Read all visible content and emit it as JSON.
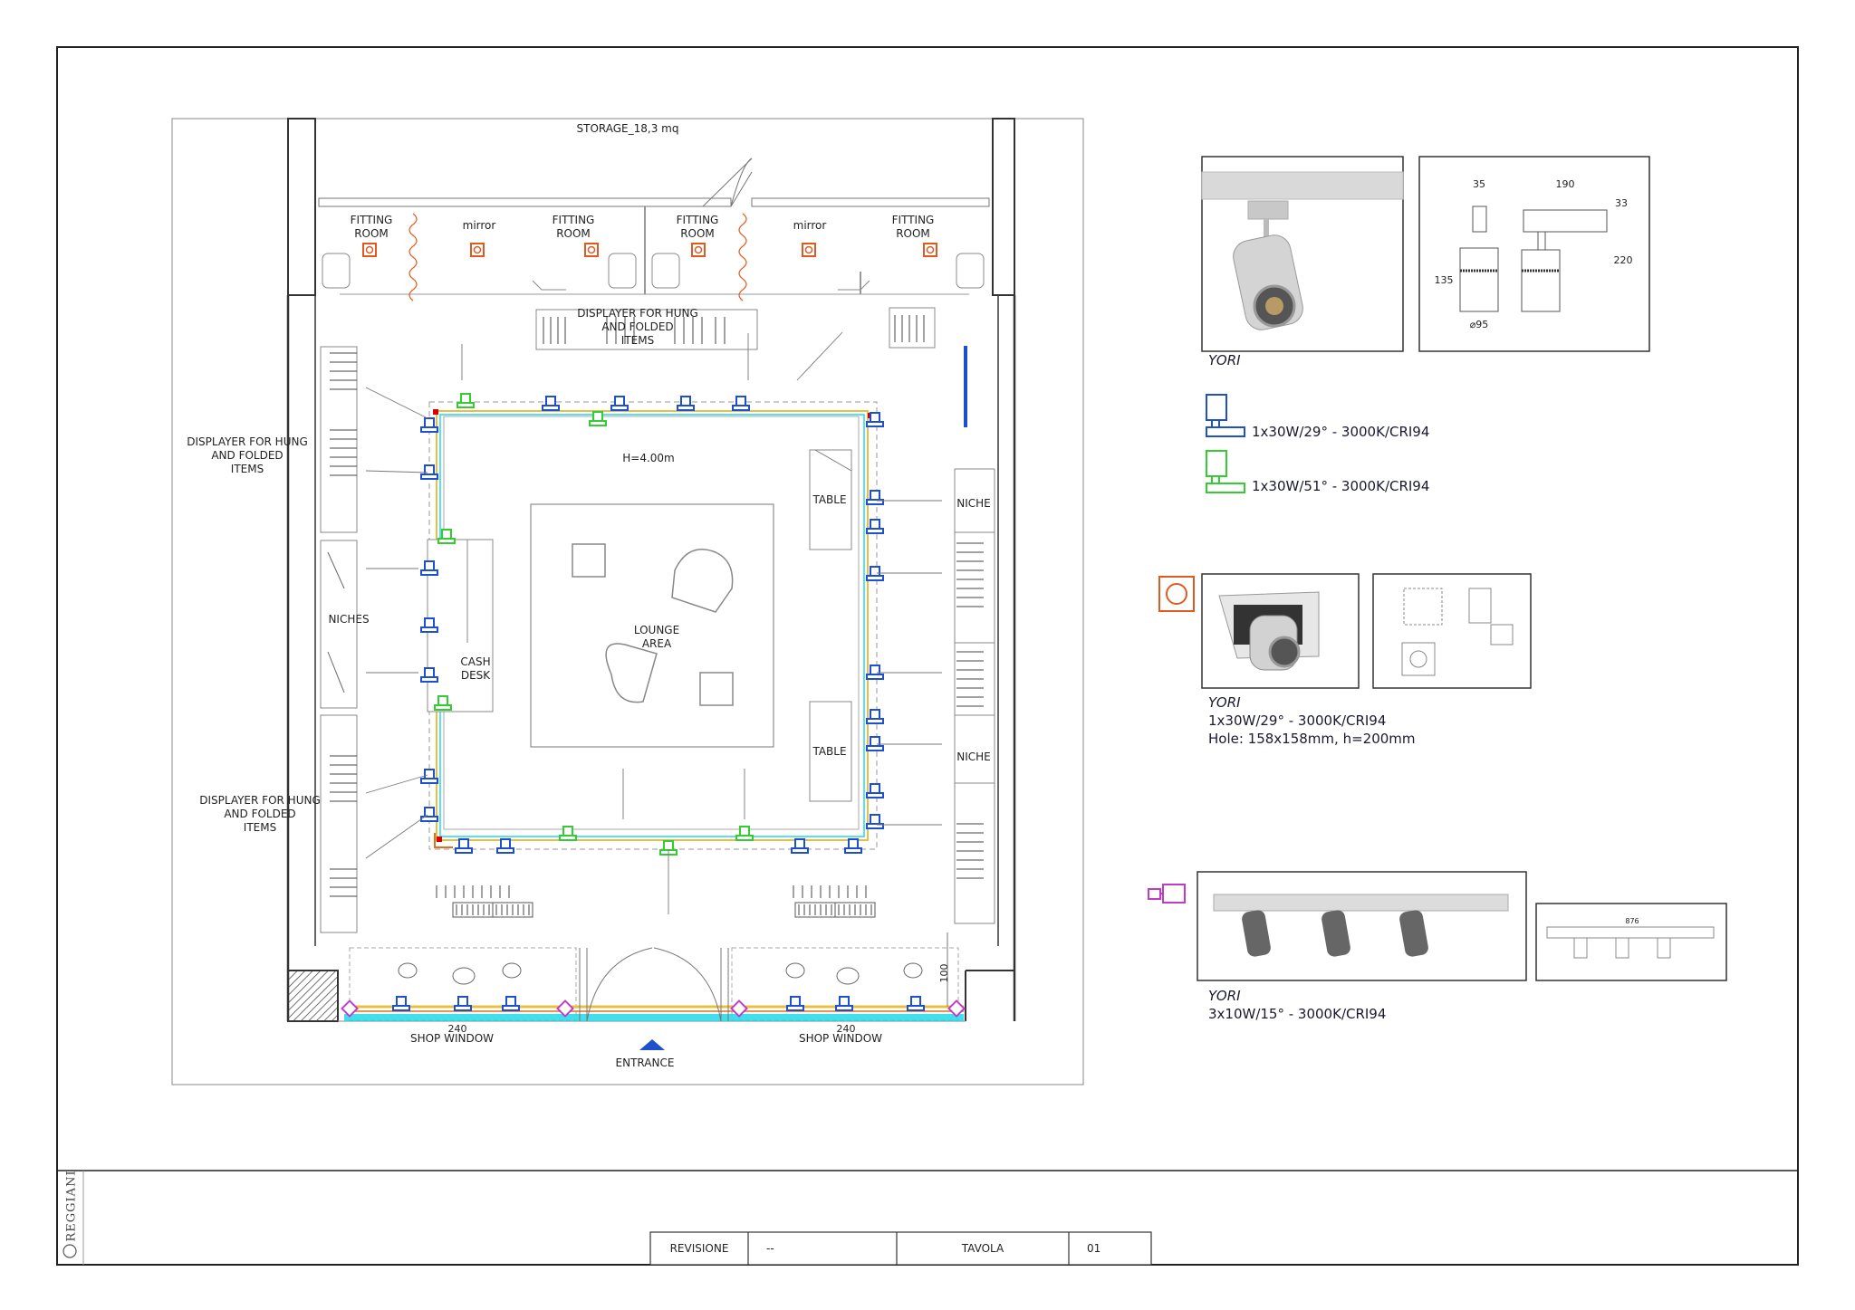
{
  "plan": {
    "storage_label": "STORAGE_18,3 mq",
    "fitting_room_labels": [
      "FITTING\nROOM",
      "FITTING\nROOM",
      "FITTING\nROOM",
      "FITTING\nROOM"
    ],
    "mirror_labels": [
      "mirror",
      "mirror"
    ],
    "displayer_top": [
      "DISPLAYER FOR HUNG",
      "AND FOLDED",
      "ITEMS"
    ],
    "displayer_left_1": [
      "DISPLAYER FOR HUNG",
      "AND FOLDED",
      "ITEMS"
    ],
    "displayer_left_2": [
      "DISPLAYER FOR HUNG",
      "AND FOLDED",
      "ITEMS"
    ],
    "height_label": "H=4.00m",
    "table_labels": [
      "TABLE",
      "TABLE"
    ],
    "niche_labels": [
      "NICHE",
      "NICHE"
    ],
    "niches_label": "NICHES",
    "cash_desk": [
      "CASH",
      "DESK"
    ],
    "lounge": [
      "LOUNGE",
      "AREA"
    ],
    "shop_window_labels": [
      "SHOP WINDOW",
      "SHOP WINDOW"
    ],
    "entrance_label": "ENTRANCE",
    "dim_labels": [
      "240",
      "240",
      "100"
    ]
  },
  "legend": {
    "track": {
      "product_name": "YORI",
      "dims": [
        "35",
        "190",
        "33",
        "135",
        "220",
        "⌀95"
      ],
      "variant_1": "1x30W/29° - 3000K/CRI94",
      "variant_2": "1x30W/51° - 3000K/CRI94"
    },
    "recessed": {
      "product_name": "YORI",
      "spec": "1x30W/29° - 3000K/CRI94",
      "hole": "Hole: 158x158mm, h=200mm"
    },
    "bar": {
      "product_name": "YORI",
      "spec": "3x10W/15° - 3000K/CRI94",
      "dim": "876"
    }
  },
  "title_block": {
    "logo": "REGGIANI",
    "revisione_label": "REVISIONE",
    "revisione_value": "--",
    "tavola_label": "TAVOLA",
    "tavola_value": "01"
  },
  "colors": {
    "track_blue": "#1f4fd1",
    "track_green": "#33cc33",
    "wire_yellow": "#e8c040",
    "wire_orange": "#e07020",
    "wire_cyan": "#20d8e8",
    "recessed_orange": "#e05a20",
    "bar_magenta": "#c03cc8",
    "wall_grey": "#555555"
  }
}
